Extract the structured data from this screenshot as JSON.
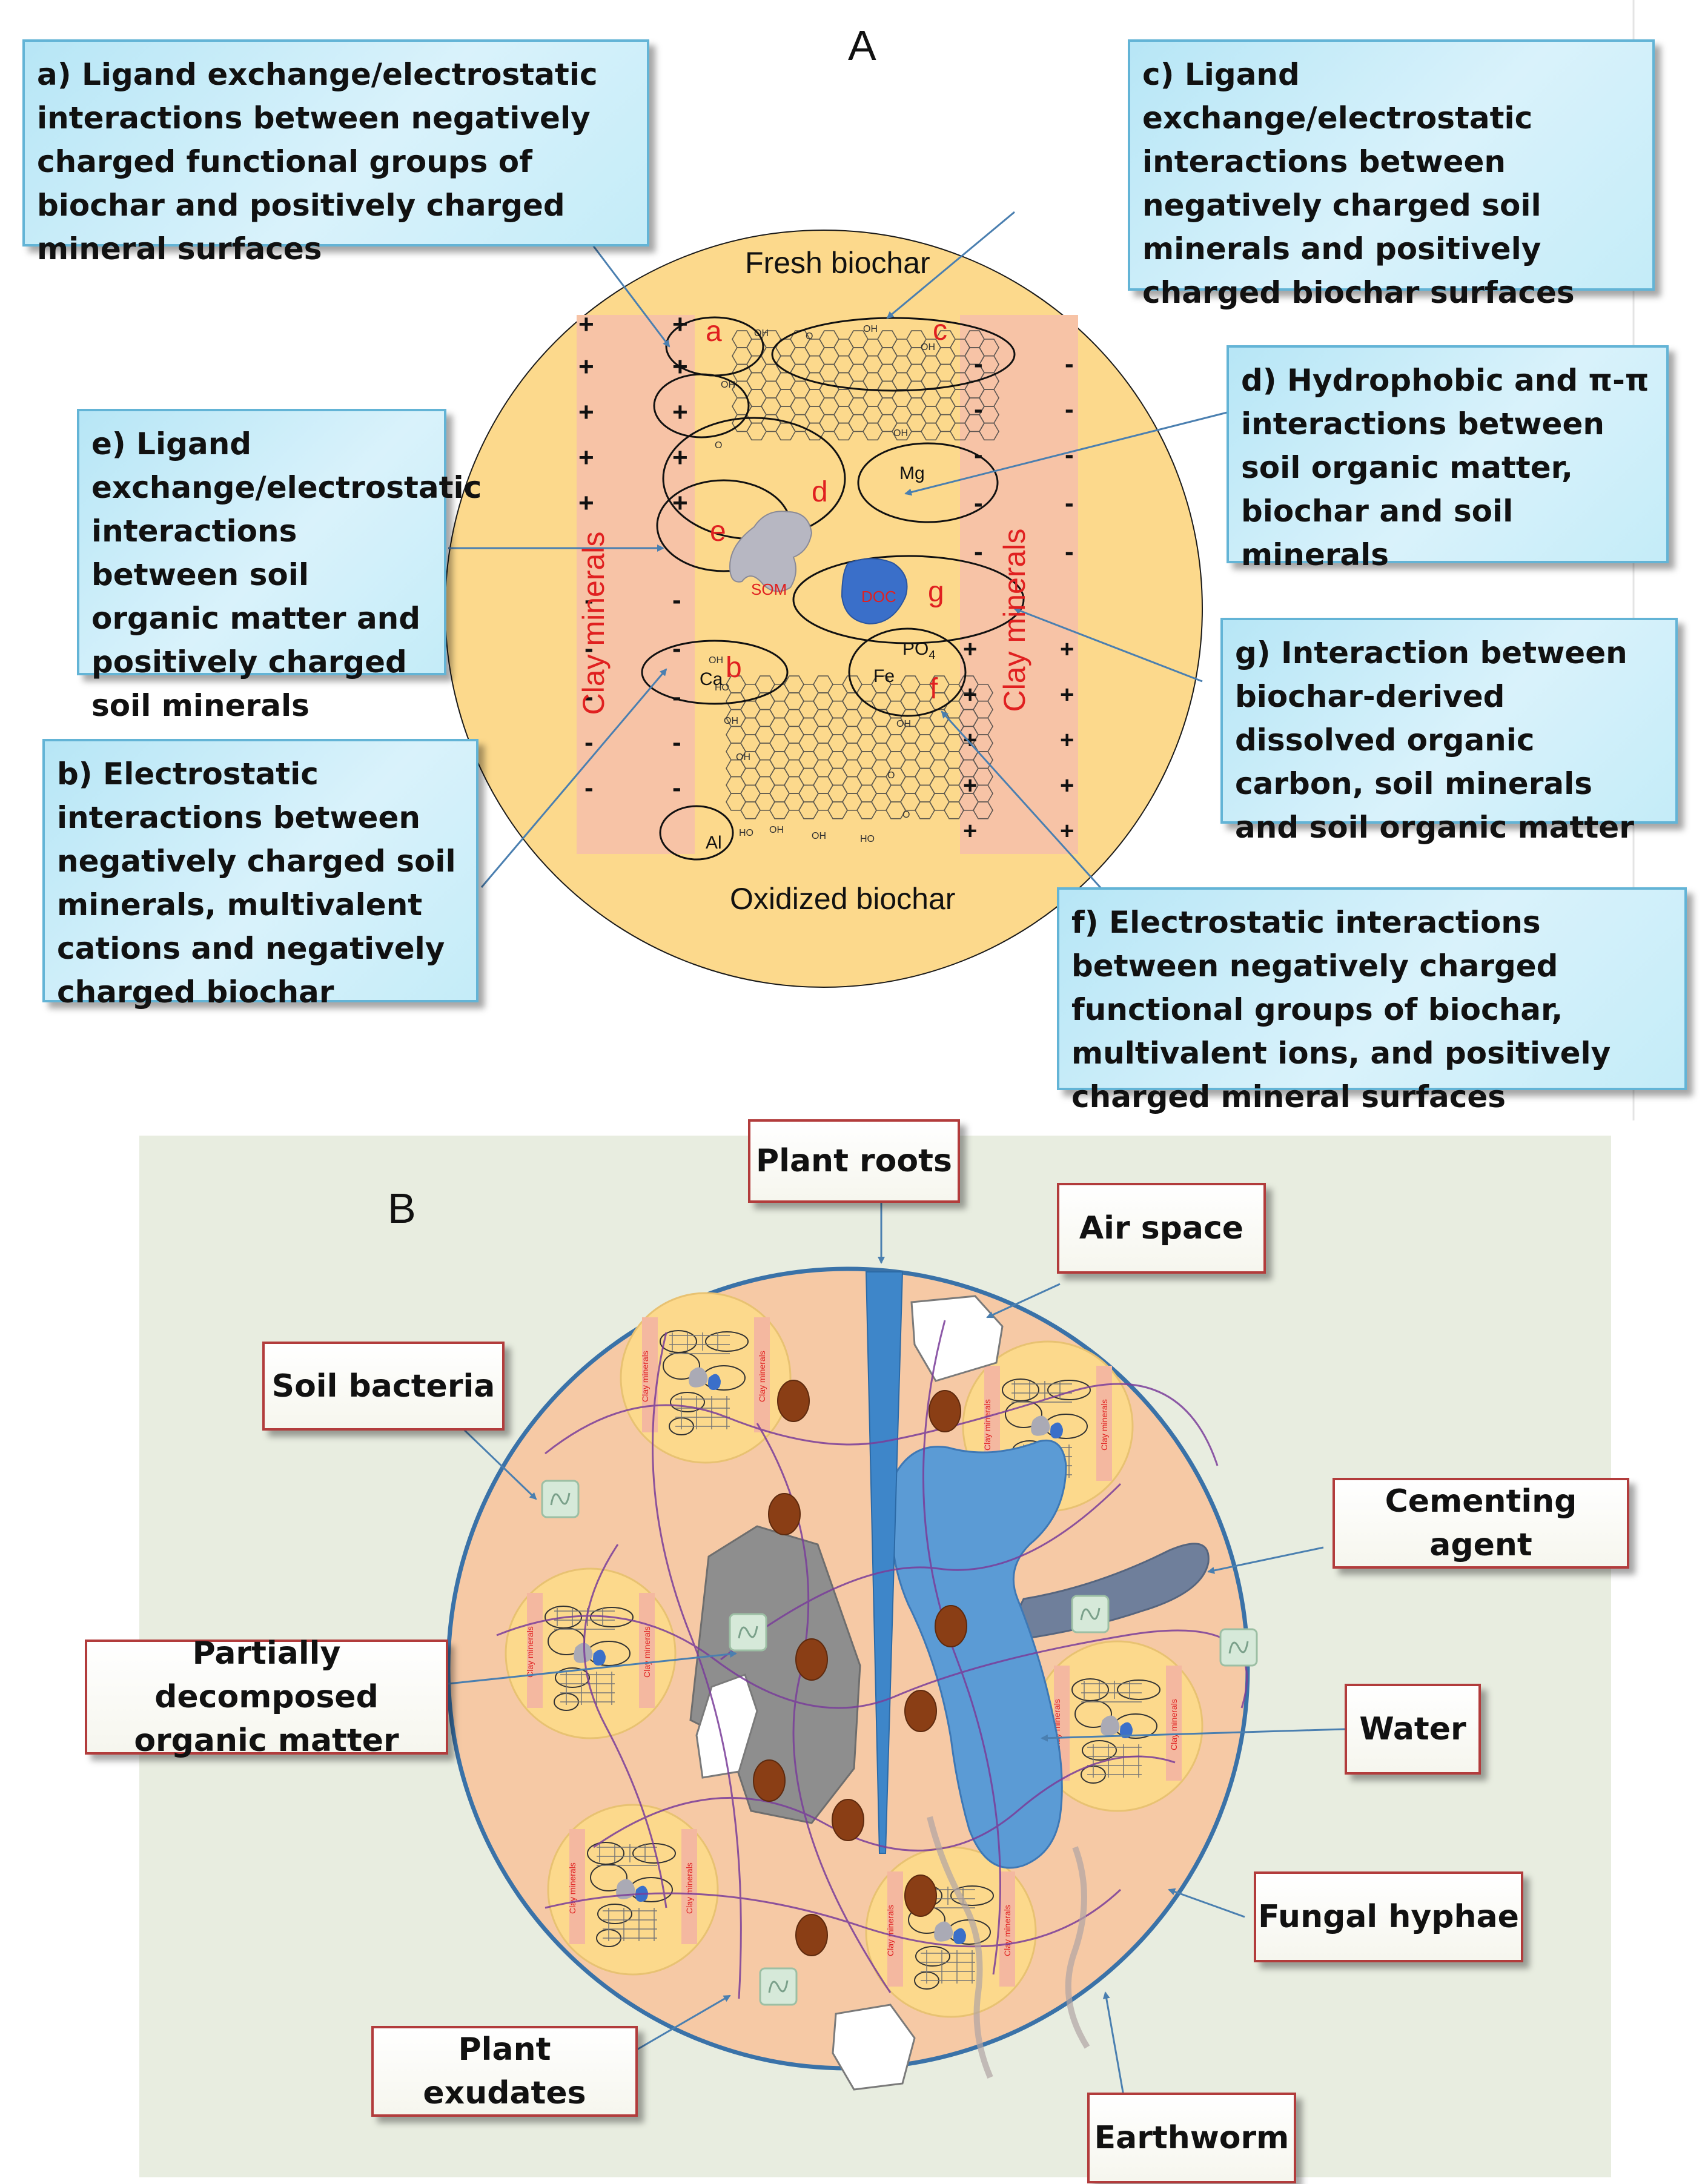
{
  "panel_a": {
    "letter": "A",
    "fresh_label": "Fresh biochar",
    "oxidized_label": "Oxidized biochar",
    "clay_label_left": "Clay minerals",
    "clay_label_right": "Clay minerals",
    "som_label": "SOM",
    "doc_label": "DOC",
    "cations": {
      "mg": "Mg",
      "ca": "Ca",
      "fe": "Fe",
      "al": "Al",
      "po4": "PO4"
    },
    "site_letters": [
      "a",
      "b",
      "c",
      "d",
      "e",
      "f",
      "g"
    ],
    "boxes": {
      "a": "a) Ligand exchange/electrostatic interactions between negatively charged functional groups of biochar and positively charged mineral surfaces",
      "b": "b) Electrostatic interactions between negatively charged soil minerals, multivalent cations and negatively charged biochar",
      "c": "c) Ligand exchange/electrostatic interactions between negatively charged soil minerals and positively charged biochar surfaces",
      "d": "d) Hydrophobic and π-π interactions between soil organic matter, biochar and soil minerals",
      "e": "e) Ligand exchange/electrostatic interactions between soil organic matter and positively charged soil minerals",
      "f": "f) Electrostatic interactions between negatively charged functional groups of biochar, multivalent ions, and positively charged mineral surfaces",
      "g": "g) Interaction between biochar-derived dissolved organic carbon, soil minerals and soil organic matter"
    }
  },
  "panel_b": {
    "letter": "B",
    "labels": {
      "plant_roots": "Plant roots",
      "air_space": "Air space",
      "soil_bacteria": "Soil bacteria",
      "cementing_agent": "Cementing agent",
      "partially_decomposed": [
        "Partially decomposed",
        "organic matter"
      ],
      "water": "Water",
      "fungal_hyphae": "Fungal hyphae",
      "plant_exudates": "Plant exudates",
      "earthworm": "Earthworm"
    }
  },
  "colors": {
    "circle_fill": "#fcd98c",
    "clay_strip": "#f7c3a6",
    "label_red": "#e02020",
    "blue_box_border": "#63b4d6",
    "red_box_border": "#b23c3c",
    "panel_b_bg": "#e8ede0",
    "aggregate_fill": "#f6c9a5",
    "aggregate_stroke": "#3a72a8",
    "water": "#5b9bd5",
    "root": "#3e86c9",
    "particle": "#8a3e15",
    "organic_matter": "#8e8e8e",
    "cement": "#6f7f9b",
    "hyphae": "#7a3d9a"
  }
}
